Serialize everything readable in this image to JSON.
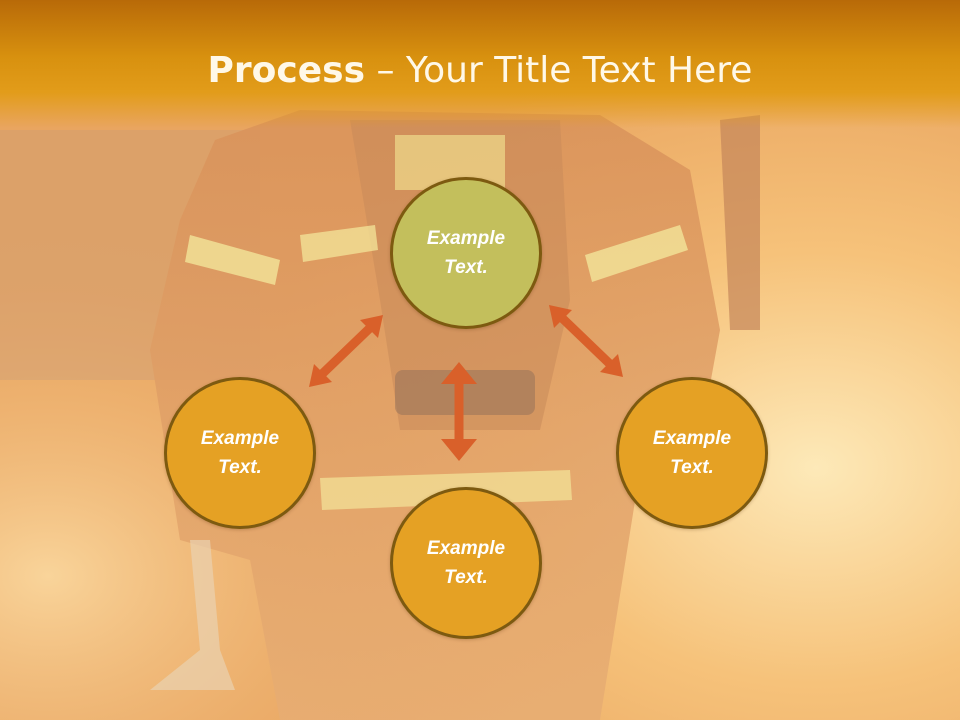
{
  "slide": {
    "title_bold": "Process",
    "title_rest": " – Your Title Text Here"
  },
  "circles": [
    {
      "label": "Example Text.",
      "color": "#c3bf5c"
    },
    {
      "label": "Example Text.",
      "color": "#e5a124"
    },
    {
      "label": "Example Text.",
      "color": "#e5a124"
    },
    {
      "label": "Example Text.",
      "color": "#e5a124"
    }
  ],
  "colors": {
    "title_bar": "#d8910f",
    "arrow": "#d9602a",
    "circle_border": "#7d5a10"
  }
}
